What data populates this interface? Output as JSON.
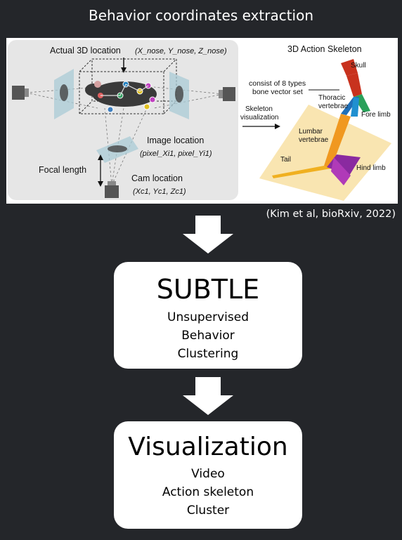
{
  "header": {
    "title": "Behavior coordinates extraction"
  },
  "figure": {
    "left_panel": {
      "actual_label": "Actual 3D location",
      "actual_math": "(X_nose, Y_nose, Z_nose)",
      "image_label": "Image location",
      "image_math": "(pixel_Xi1, pixel_Yi1)",
      "focal_label": "Focal length",
      "cam_label": "Cam location",
      "cam_math": "(Xc1, Yc1, Zc1)"
    },
    "right_panel": {
      "title": "3D Action Skeleton",
      "consist_line1": "consist of 8 types",
      "consist_line2": "bone vector set",
      "skeleton_line1": "Skeleton",
      "skeleton_line2": "visualization",
      "skull": "Skull",
      "thoracic_line1": "Thoracic",
      "thoracic_line2": "vertebrae",
      "fore_limb": "Fore limb",
      "lumbar_line1": "Lumbar",
      "lumbar_line2": "vertebrae",
      "tail": "Tail",
      "hind_limb": "Hind limb"
    }
  },
  "citation": "(Kim et al, bioRxiv, 2022)",
  "box1": {
    "title": "SUBTLE",
    "lines": [
      "Unsupervised",
      "Behavior",
      "Clustering"
    ]
  },
  "box2": {
    "title": "Visualization",
    "lines": [
      "Video",
      "Action skeleton",
      "Cluster"
    ]
  }
}
